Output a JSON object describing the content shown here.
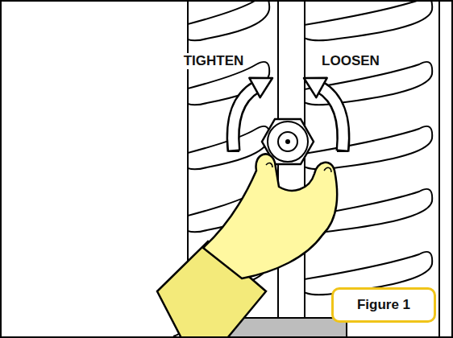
{
  "diagram": {
    "nodes": [
      {
        "text": [
          "Figure 1"
        ]
      }
    ],
    "labels": [
      "TIGHTEN",
      "LOOSEN"
    ]
  }
}
